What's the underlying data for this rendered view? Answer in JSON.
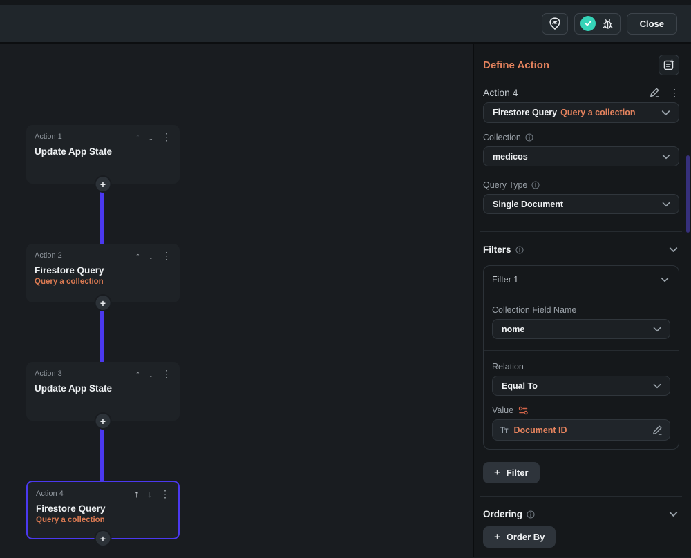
{
  "topbar": {
    "close_label": "Close"
  },
  "icons": {
    "plus": "+",
    "kebab": "⋮",
    "arrow_up": "↑",
    "arrow_down": "↓",
    "tt_big": "T",
    "tt_small": "T"
  },
  "flow": {
    "actions": [
      {
        "label": "Action 1",
        "title": "Update App State",
        "subtitle": ""
      },
      {
        "label": "Action 2",
        "title": "Firestore Query",
        "subtitle": "Query a collection"
      },
      {
        "label": "Action 3",
        "title": "Update App State",
        "subtitle": ""
      },
      {
        "label": "Action 4",
        "title": "Firestore Query",
        "subtitle": "Query a collection"
      }
    ]
  },
  "panel": {
    "title": "Define Action",
    "action_label": "Action 4",
    "action_type_name": "Firestore Query",
    "action_type_subtitle": "Query a collection",
    "collection_label": "Collection",
    "collection_value": "medicos",
    "query_type_label": "Query Type",
    "query_type_value": "Single Document",
    "filters_label": "Filters",
    "filter_title": "Filter 1",
    "field_name_label": "Collection Field Name",
    "field_name_value": "nome",
    "relation_label": "Relation",
    "relation_value": "Equal To",
    "value_label": "Value",
    "value_content": "Document ID",
    "add_filter_label": "Filter",
    "ordering_label": "Ordering",
    "add_order_by_label": "Order By"
  },
  "colors": {
    "accent_orange": "#e5835e",
    "primary_purple": "#4b39ef",
    "teal": "#35d3b7"
  }
}
